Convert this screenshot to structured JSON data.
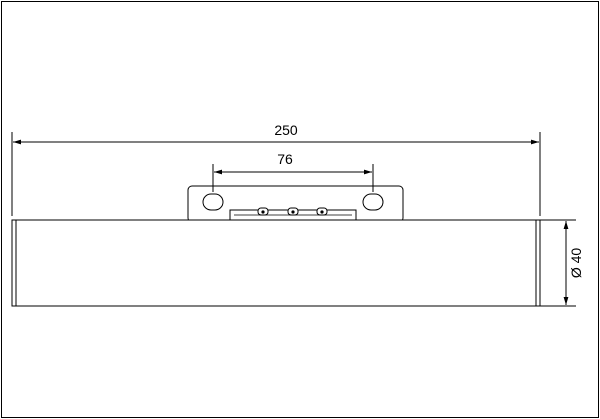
{
  "drawing": {
    "overall_length_label": "250",
    "hole_spacing_label": "76",
    "diameter_label": "Ø 40",
    "colors": {
      "line": "#000000",
      "background": "#ffffff"
    }
  }
}
